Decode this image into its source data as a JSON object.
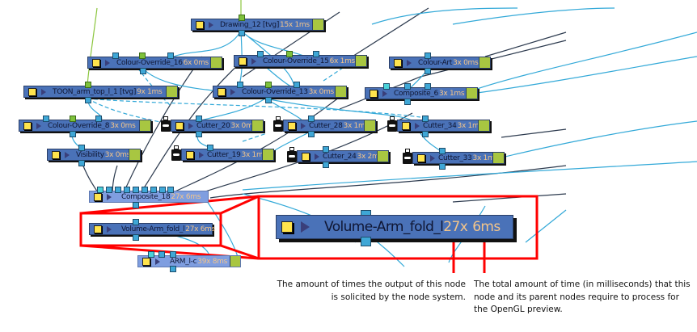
{
  "view": "Node View",
  "colors": {
    "node_fill": "#4a72b8",
    "composite_fill": "#7f9ee0",
    "node_name": "#0f1633",
    "stats_text": "#f4c58a",
    "tail": "#a8c641",
    "enable_box": "#ffe44d",
    "port": "#3fa7d6",
    "port_green": "#7ec13b",
    "wire_cyan": "#33a9d8",
    "wire_dark": "#2c3a4e",
    "wire_green": "#8cc63f",
    "highlight_red": "#ff0000"
  },
  "nodes": [
    {
      "id": "drawing_12",
      "name": "Drawing_12  [tvg]",
      "stats": "15x 1ms"
    },
    {
      "id": "colour_override_16",
      "name": "Colour-Override_16",
      "stats": "6x 0ms"
    },
    {
      "id": "colour_override_15",
      "name": "Colour-Override_15",
      "stats": "6x 1ms"
    },
    {
      "id": "colour_art",
      "name": "Colour-Art",
      "stats": "3x 0ms"
    },
    {
      "id": "toon_arm_top",
      "name": "TOON_arm_top_l_1  [tvg]",
      "stats": "9x 1ms"
    },
    {
      "id": "colour_override_13",
      "name": "Colour-Override_13",
      "stats": "3x 0ms"
    },
    {
      "id": "composite_6",
      "name": "Composite_6",
      "stats": "3x 1ms"
    },
    {
      "id": "colour_override_8",
      "name": "Colour-Override_8",
      "stats": "3x 0ms"
    },
    {
      "id": "cutter_20",
      "name": "Cutter_20",
      "stats": "3x 0ms"
    },
    {
      "id": "cutter_28",
      "name": "Cutter_28",
      "stats": "3x 1ms"
    },
    {
      "id": "cutter_34",
      "name": "Cutter_34",
      "stats": "3x 1ms"
    },
    {
      "id": "visibility",
      "name": "Visibility",
      "stats": "3x 0ms"
    },
    {
      "id": "cutter_19",
      "name": "Cutter_19",
      "stats": "3x 1ms"
    },
    {
      "id": "cutter_24",
      "name": "Cutter_24",
      "stats": "3x 2ms"
    },
    {
      "id": "cutter_33",
      "name": "Cutter_33",
      "stats": "3x 1ms"
    },
    {
      "id": "composite_18",
      "name": "Composite_18",
      "stats": "27x 6ms"
    },
    {
      "id": "volume_arm_fold",
      "name": "Volume-Arm_fold_l",
      "stats": "27x 6ms"
    },
    {
      "id": "arm_l_c",
      "name": "ARM_l-c",
      "stats": "39x 8ms"
    }
  ],
  "zoomed_node": {
    "name": "Volume-Arm_fold_l",
    "count": "27x",
    "time": "6ms"
  },
  "captions": {
    "count": "The amount of times the output of this node is solicited by the node system.",
    "time": "The total amount of time (in milliseconds) that this node and its parent nodes require to process for the OpenGL preview."
  }
}
